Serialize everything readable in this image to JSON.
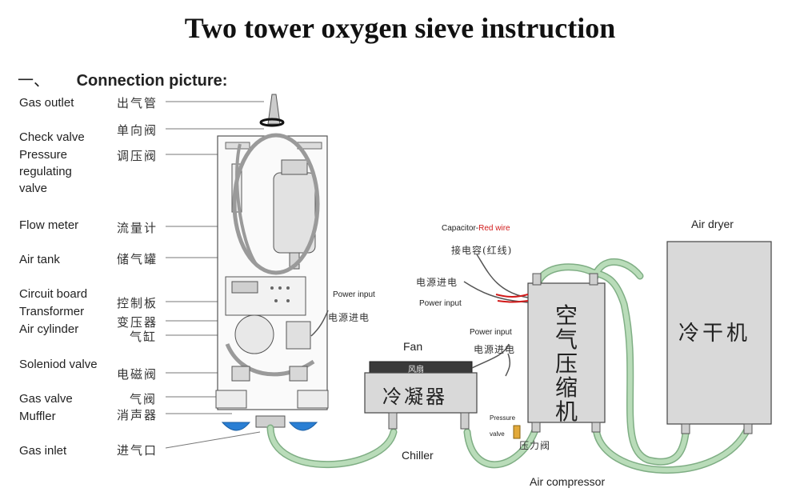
{
  "title": "Two tower oxygen sieve instruction",
  "section": {
    "number": "一、",
    "label": "Connection picture:"
  },
  "parts": [
    {
      "en": "Gas outlet",
      "cn": "出气管"
    },
    {
      "en": "Check valve",
      "cn": "单向阀"
    },
    {
      "en": "Pressure regulating valve",
      "cn": "调压阀"
    },
    {
      "en": "Flow meter",
      "cn": "流量计"
    },
    {
      "en": "Air tank",
      "cn": "储气罐"
    },
    {
      "en": "Circuit board",
      "cn": "控制板"
    },
    {
      "en": "Transformer",
      "cn": "变压器"
    },
    {
      "en": "Air cylinder",
      "cn": "气缸"
    },
    {
      "en": "Soleniod valve",
      "cn": "电磁阀"
    },
    {
      "en": "Gas valve",
      "cn": "气阀"
    },
    {
      "en": "Muffler",
      "cn": "消声器"
    },
    {
      "en": "Gas inlet",
      "cn": "进气口"
    }
  ],
  "sieve_power": {
    "en": "Power input",
    "cn": "电源进电"
  },
  "chiller": {
    "fan_label": "Fan",
    "fan_cn": "风扇",
    "unit_cn": "冷凝器",
    "label": "Chiller",
    "power_en": "Power input",
    "power_cn": "电源进电"
  },
  "compressor": {
    "capacitor_prefix": "Capacitor-",
    "capacitor_red": "Red wire",
    "capacitor_cn": "接电容(红线)",
    "power_cn": "电源进电",
    "power_en": "Power input",
    "unit_cn": "空气压缩机",
    "pressure_valve_en1": "Pressure",
    "pressure_valve_en2": "valve",
    "pressure_valve_cn": "压力阀",
    "label": "Air compressor"
  },
  "dryer": {
    "label": "Air dryer",
    "unit_cn": "冷干机"
  },
  "colors": {
    "hose": "#b9dcb9",
    "hose_edge": "#7fae84",
    "unit_fill": "#d9d9d9",
    "red_wire": "#d11a1a",
    "muffler": "#2a7fd4"
  }
}
